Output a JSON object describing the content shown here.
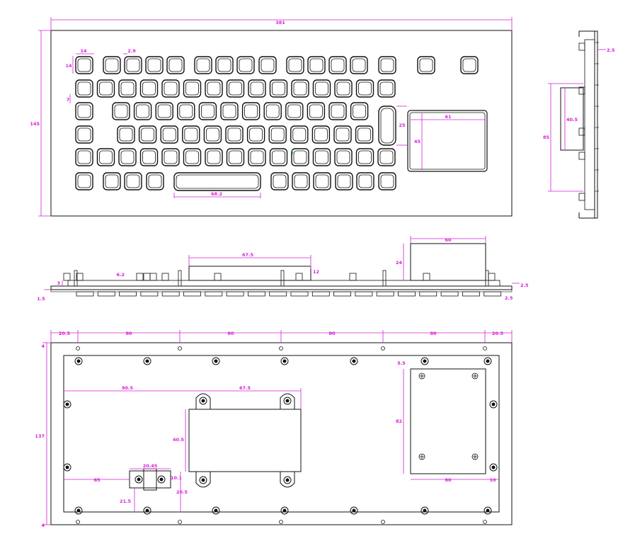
{
  "colors": {
    "dimension": "#d61fd6",
    "line": "#111111",
    "accent": "#20a020"
  },
  "top_view": {
    "overall_width": "381",
    "overall_height": "145",
    "key_size": "14",
    "key_gap": "2.9",
    "side_key": "14",
    "edge": "7",
    "spacebar": "68.2",
    "trackpad_width": "61",
    "trackpad_height": "45",
    "enter_height": "25"
  },
  "side_view": {
    "height": "85",
    "thickness": "2.5",
    "module": "40.5"
  },
  "front_view": {
    "module_width": "67.5",
    "module_height": "12",
    "pad_width": "60",
    "pad_height": "24",
    "bolt": "6.2",
    "base": "3",
    "plate": "1.5",
    "right_a": "2.5",
    "right_b": "2.5"
  },
  "bottom_view": {
    "margin_left": "20.5",
    "pitch_1": "80",
    "pitch_2": "80",
    "pitch_3": "80",
    "pitch_4": "80",
    "margin_right": "20.5",
    "height": "137",
    "left_offset": "90.5",
    "bracket_width": "67.5",
    "bracket_height": "40.5",
    "conn_width": "20.45",
    "conn_h": "10.1",
    "conn_left": "65",
    "conn_bottom_a": "21.5",
    "conn_bottom_b": "20.5",
    "pad_height": "82",
    "pad_width": "60",
    "pad_edge": "10",
    "pad_top": "5.5",
    "edge_top": "4",
    "edge_bottom": "4"
  }
}
